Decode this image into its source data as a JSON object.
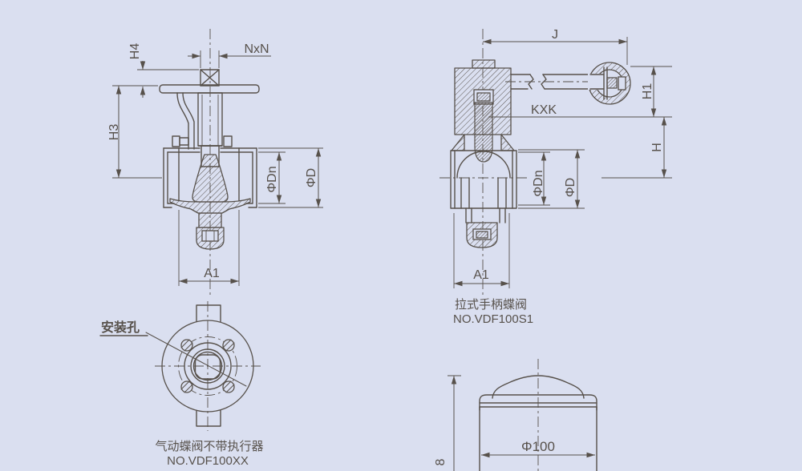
{
  "colors": {
    "background": "#dadff0",
    "line": "#57514b"
  },
  "views": {
    "manual_valve": {
      "dims": {
        "nxn": "NxN",
        "h4": "H4",
        "h3": "H3",
        "phi_dn": "ΦDn",
        "phi_d": "ΦD",
        "a1": "A1"
      }
    },
    "pull_handle_valve": {
      "dims": {
        "j": "J",
        "kxk": "KXK",
        "h1": "H1",
        "h": "H",
        "phi_dn": "ΦDn",
        "phi_d": "ΦD",
        "a1": "A1"
      },
      "caption_line1": "拉式手柄蝶阀",
      "caption_line2": "NO.VDF100S1"
    },
    "flange_top_view": {
      "callout": "安装孔",
      "caption_line1": "气动蝶阀不带执行器",
      "caption_line2": "NO.VDF100XX"
    },
    "actuator": {
      "dims": {
        "diameter": "Φ100",
        "height": "8"
      }
    }
  }
}
